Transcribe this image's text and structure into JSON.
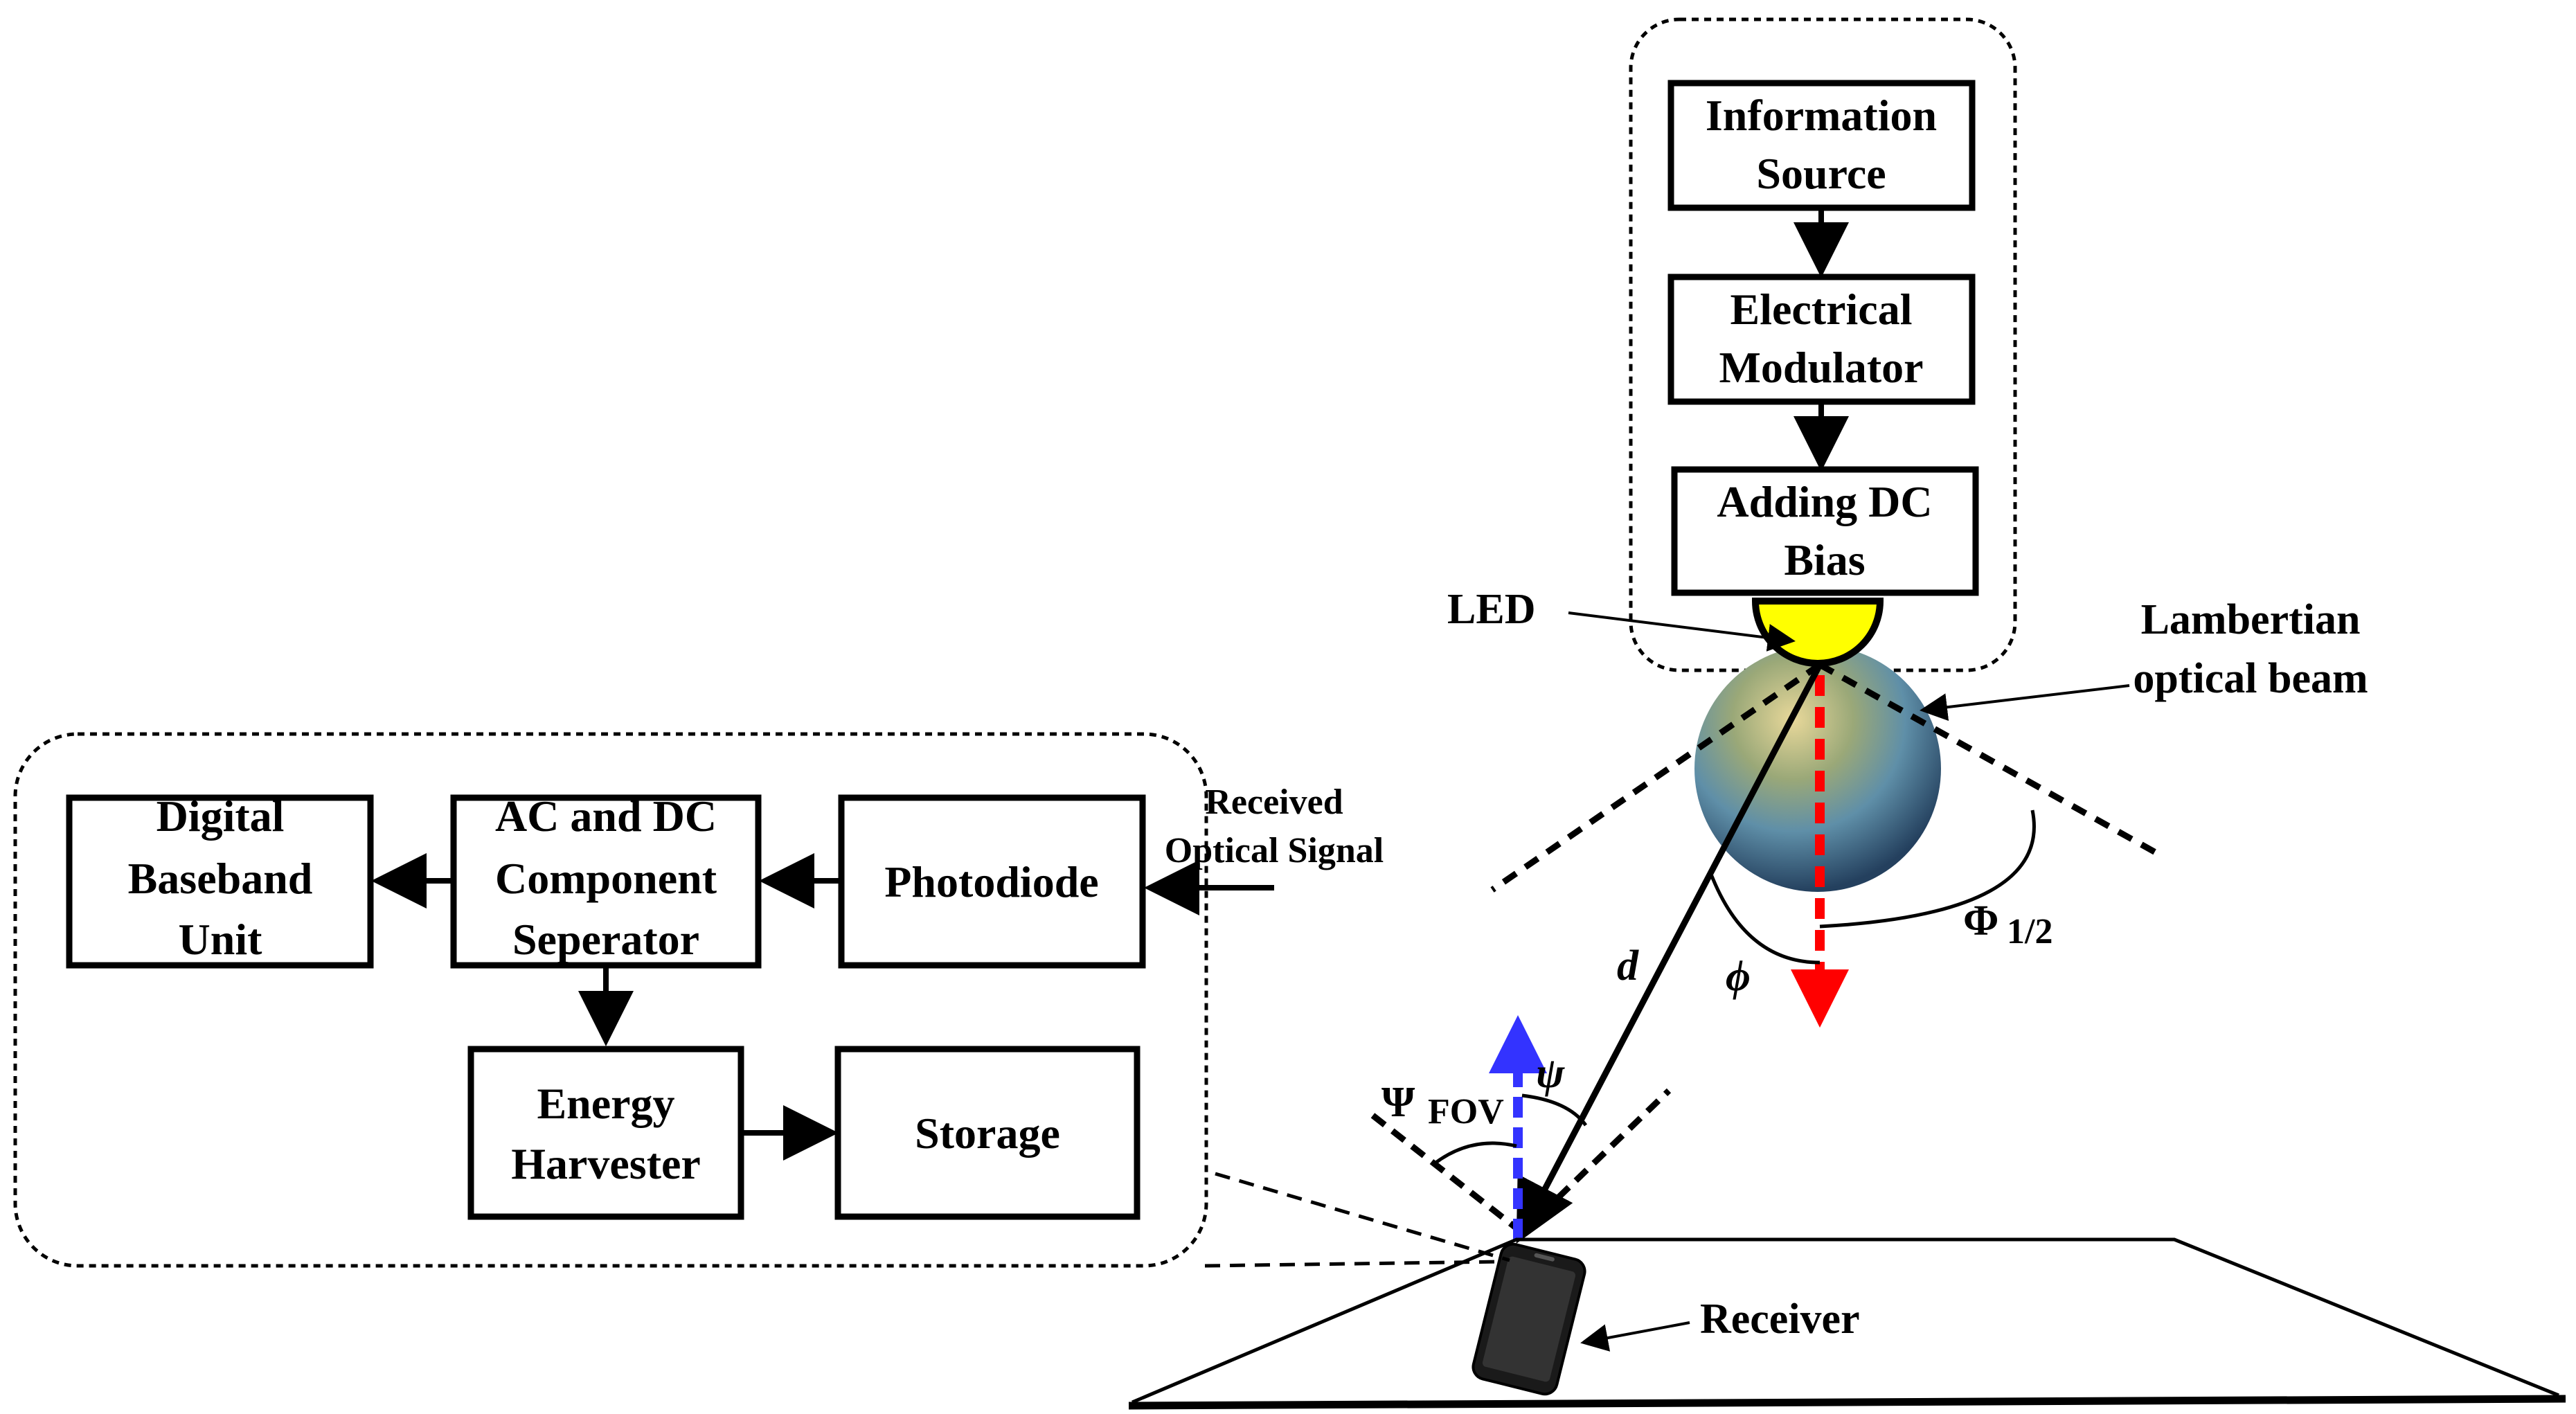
{
  "transmitter": {
    "information_source": [
      "Information",
      "Source"
    ],
    "electrical_modulator": [
      "Electrical",
      "Modulator"
    ],
    "adding_dc_bias": [
      "Adding DC",
      "Bias"
    ]
  },
  "led_label": "LED",
  "lambertian_label": [
    "Lambertian",
    "optical beam"
  ],
  "receiver_chain": {
    "digital_baseband": [
      "Digital",
      "Baseband",
      "Unit"
    ],
    "ac_dc_separator": [
      "AC and DC",
      "Component",
      "Seperator"
    ],
    "photodiode": "Photodiode",
    "energy_harvester": [
      "Energy",
      "Harvester"
    ],
    "storage": "Storage"
  },
  "received_signal_label": [
    "Received",
    "Optical Signal"
  ],
  "symbols": {
    "distance": "d",
    "irradiance_angle": "ϕ",
    "half_power_angle": "Φ",
    "half_power_sub": "1/2",
    "incidence_angle": "ψ",
    "fov_angle": "Ψ",
    "fov_sub": "FOV"
  },
  "receiver_label": "Receiver",
  "colors": {
    "led": "#ffff00",
    "normal_arrow_tx": "#ff0000",
    "normal_arrow_rx": "#3333ff",
    "sphere_top": "#c8a850",
    "sphere_bottom": "#2a4a70"
  }
}
